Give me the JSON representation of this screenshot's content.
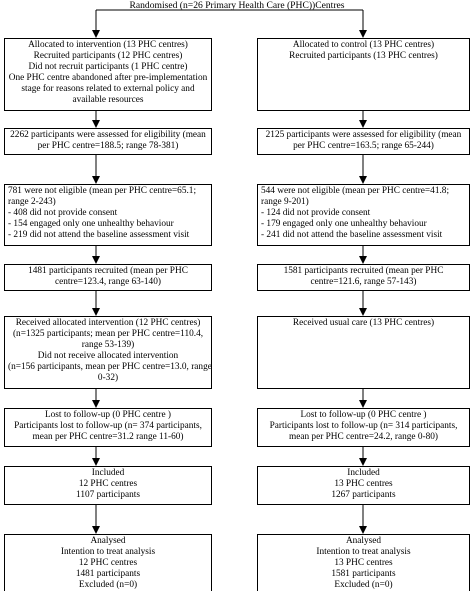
{
  "title": "Randomised (n=26 Primary Health Care (PHC))Centres",
  "left": {
    "allocation": [
      "Allocated to intervention (13 PHC centres)",
      "Recruited participants (12 PHC centres)",
      "Did not recruit participants (1 PHC centre)",
      "One PHC centre abandoned after pre-implementation",
      "stage for reasons related to external policy and",
      "available resources"
    ],
    "assessed": [
      "2262 participants were assessed for eligibility (mean",
      "per PHC centre=188.5; range 78-381)"
    ],
    "not_eligible": [
      "781 were not eligible (mean per PHC centre=65.1;",
      "range 2-243)",
      "- 408 did not provide consent",
      "- 154 engaged only one unhealthy behaviour",
      "- 219 did not attend the baseline assessment visit"
    ],
    "recruited": [
      "1481 participants recruited (mean per PHC",
      "centre=123.4, range 63-140)"
    ],
    "received": [
      "Received allocated intervention (12 PHC centres)",
      "(n=1325 participants; mean per PHC centre=110.4,",
      "range 53-139)",
      "Did not receive allocated intervention",
      "(n=156 participants, mean per PHC centre=13.0, range",
      "0-32)"
    ],
    "lost": [
      "Lost to follow-up (0 PHC centre )",
      "Participants lost to follow-up (n= 374 participants,",
      "mean per PHC centre=31.2 range 11-60)"
    ],
    "included": [
      "Included",
      "12 PHC centres",
      "1107 participants"
    ],
    "analysed": [
      "Analysed",
      "Intention to treat analysis",
      "12 PHC centres",
      "1481 participants",
      "Excluded (n=0)"
    ]
  },
  "right": {
    "allocation": [
      "Allocated to control (13 PHC centres)",
      "Recruited participants (13 PHC centres)"
    ],
    "assessed": [
      "2125 participants were assessed for eligibility (mean",
      "per PHC centre=163.5; range 65-244)"
    ],
    "not_eligible": [
      "544 were not eligible (mean per PHC centre=41.8;",
      "range 9-201)",
      "- 124 did not provide consent",
      "- 179 engaged only one unhealthy behaviour",
      "- 241 did not attend the baseline assessment visit"
    ],
    "recruited": [
      "1581 participants recruited (mean per PHC",
      "centre=121.6, range 57-143)"
    ],
    "received": [
      "Received usual care (13 PHC centres)"
    ],
    "lost": [
      "Lost to follow-up (0 PHC centre )",
      "Participants lost to follow-up (n= 314 participants,",
      "mean per PHC centre=24.2, range 0-80)"
    ],
    "included": [
      "Included",
      "13 PHC centres",
      "1267 participants"
    ],
    "analysed": [
      "Analysed",
      "Intention to treat analysis",
      "13 PHC centres",
      "1581 participants",
      "Excluded (n=0)"
    ]
  },
  "colors": {
    "line": "#000000",
    "background": "#ffffff"
  }
}
